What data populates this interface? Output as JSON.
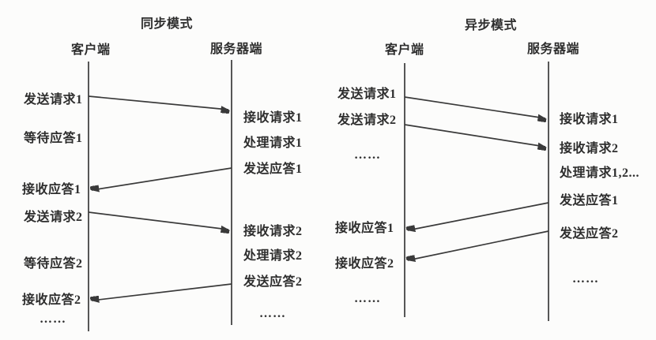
{
  "colors": {
    "background": "#fcfcfb",
    "line": "#3a3a3a",
    "text": "#2e2e2e"
  },
  "sync": {
    "title": "同步模式",
    "client": {
      "header": "客户端",
      "events": [
        "发送请求1",
        "等待应答1",
        "接收应答1",
        "发送请求2",
        "等待应答2",
        "接收应答2",
        "……"
      ]
    },
    "server": {
      "header": "服务器端",
      "events": [
        "接收请求1",
        "处理请求1",
        "发送应答1",
        "接收请求2",
        "处理请求2",
        "发送应答2",
        "……"
      ]
    }
  },
  "async": {
    "title": "异步模式",
    "client": {
      "header": "客户端",
      "events": [
        "发送请求1",
        "发送请求2",
        "……",
        "接收应答1",
        "接收应答2",
        "……"
      ]
    },
    "server": {
      "header": "接收请求1",
      "header_label": "服务器端",
      "events": [
        "接收请求1",
        "接收请求2",
        "处理请求1,2...",
        "发送应答1",
        "发送应答2",
        "……"
      ]
    }
  }
}
